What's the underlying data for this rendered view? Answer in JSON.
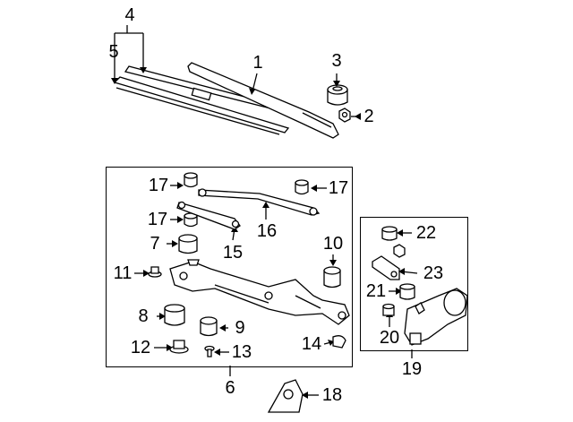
{
  "title": "Windshield Wiper Components Diagram",
  "callouts": {
    "c1": "1",
    "c2": "2",
    "c3": "3",
    "c4": "4",
    "c5": "5",
    "c6": "6",
    "c7": "7",
    "c8": "8",
    "c9": "9",
    "c10": "10",
    "c11": "11",
    "c12": "12",
    "c13": "13",
    "c14": "14",
    "c15": "15",
    "c16": "16",
    "c17a": "17",
    "c17b": "17",
    "c17c": "17",
    "c18": "18",
    "c19": "19",
    "c20": "20",
    "c21": "21",
    "c22": "22",
    "c23": "23"
  },
  "colors": {
    "line": "#000000",
    "part_fill": "#ffffff"
  }
}
